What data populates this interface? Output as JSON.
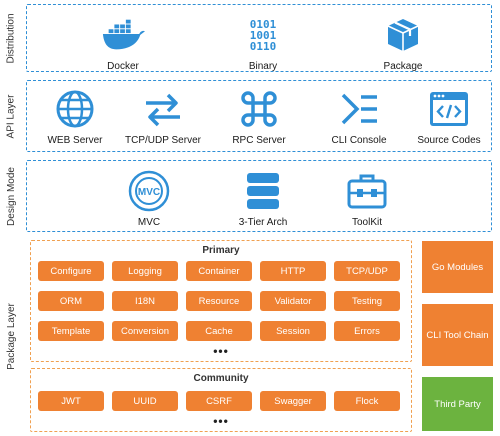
{
  "layers": {
    "distribution": "Distribution",
    "api": "API Layer",
    "design": "Design Mode",
    "package": "Package Layer"
  },
  "distribution_items": [
    "Docker",
    "Binary",
    "Package"
  ],
  "binary_glyph": "0101\n1001\n0110",
  "api_items": [
    "WEB Server",
    "TCP/UDP Server",
    "RPC Server",
    "CLI Console",
    "Source Codes"
  ],
  "design_items": [
    "MVC",
    "3-Tier Arch",
    "ToolKit"
  ],
  "mvc_badge": "MVC",
  "primary": {
    "title": "Primary",
    "rows": [
      [
        "Configure",
        "Logging",
        "Container",
        "HTTP",
        "TCP/UDP"
      ],
      [
        "ORM",
        "I18N",
        "Resource",
        "Validator",
        "Testing"
      ],
      [
        "Template",
        "Conversion",
        "Cache",
        "Session",
        "Errors"
      ]
    ],
    "more": "•••"
  },
  "community": {
    "title": "Community",
    "items": [
      "JWT",
      "UUID",
      "CSRF",
      "Swagger",
      "Flock"
    ],
    "more": "•••"
  },
  "side": {
    "go_modules": "Go Modules",
    "cli_tool_chain": "CLI Tool Chain",
    "third_party": "Third Party"
  },
  "colors": {
    "blue": "#2f8fd6",
    "orange": "#ef8132",
    "green": "#6cb33f",
    "dash_orange": "#f0a050"
  }
}
